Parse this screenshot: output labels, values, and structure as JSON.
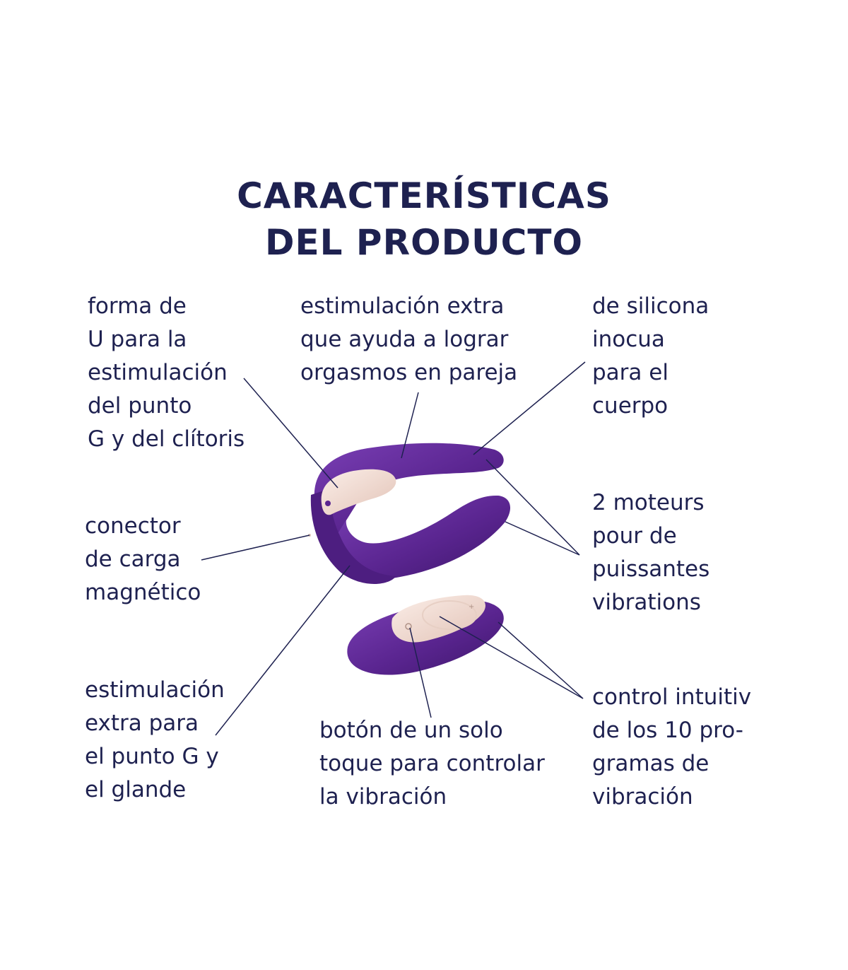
{
  "title": {
    "line1": "CARACTERÍSTICAS",
    "line2": "DEL PRODUCTO"
  },
  "features": {
    "u_shape": [
      "forma de",
      "U para la",
      "estimulación",
      "del punto",
      "G y del clítoris"
    ],
    "extra_stimulation": [
      "estimulación extra",
      "que ayuda a lograr",
      "orgasmos en pareja"
    ],
    "silicone": [
      "de silicona",
      "inocua",
      "para el",
      "cuerpo"
    ],
    "charging": [
      "conector",
      "de carga",
      "magnético"
    ],
    "motors": [
      "2 moteurs",
      "pour de",
      "puissantes",
      "vibrations"
    ],
    "g_spot": [
      "estimulación",
      "extra para",
      "el punto G y",
      "el glande"
    ],
    "one_touch": [
      "botón de un solo",
      "toque para controlar",
      "la vibración"
    ],
    "programs": [
      "control intuitiv",
      "de los 10 pro-",
      "gramas de",
      "vibración"
    ]
  },
  "colors": {
    "text": "#1e2150",
    "device_purple": "#5a2590",
    "button_cream": "#f1dcd2"
  }
}
